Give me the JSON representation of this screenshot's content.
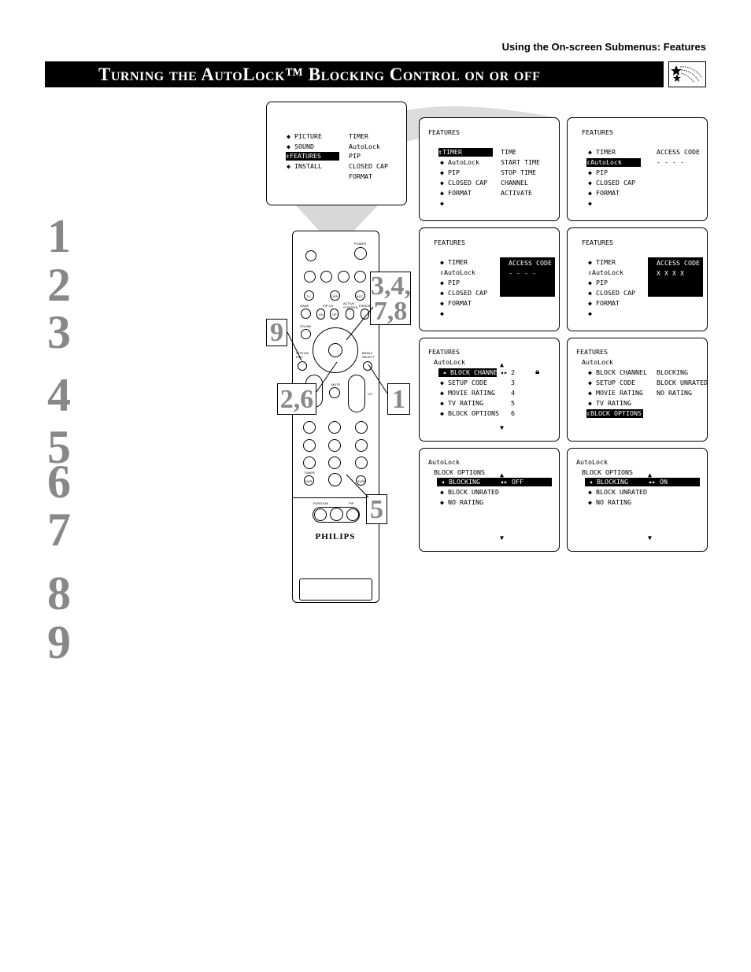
{
  "header": {
    "section_title": "Using the On-screen Submenus: Features"
  },
  "title": {
    "text": "Turning the AutoLock™ Blocking Control on or off"
  },
  "steps": [
    "1",
    "2",
    "3",
    "4",
    "5",
    "6",
    "7",
    "8",
    "9"
  ],
  "remote": {
    "brand": "PHILIPS",
    "labels": {
      "power": "POWER",
      "tv": "TV",
      "dvr": "DVR",
      "acc": "ACC",
      "swap": "SWAP",
      "pip_ch": "PIP CH",
      "active_control": "ACTIVE CONTROL",
      "freeze": "FREEZE",
      "dn": "DN",
      "up": "UP",
      "sound": "SOUND",
      "status_exit": "STATUS/ EXIT",
      "menu_select": "MENU/ SELECT",
      "mute": "MUTE",
      "ch": "CH",
      "tuner": "TUNER",
      "dvr2": "DVR",
      "surf": "SURF",
      "position": "POSITION",
      "pip": "PIP"
    }
  },
  "badges": {
    "b34": "3,4,",
    "b78": "7,8",
    "b9": "9",
    "b26": "2,6",
    "b1": "1",
    "b5": "5"
  },
  "screens": {
    "main_menu": {
      "items": [
        "PICTURE",
        "SOUND",
        "FEATURES",
        "INSTALL"
      ],
      "sub": [
        "TIMER",
        "AutoLock",
        "PIP",
        "CLOSED CAP",
        "FORMAT"
      ]
    },
    "s1": {
      "title": "FEATURES",
      "items": [
        "TIMER",
        "AutoLock",
        "PIP",
        "CLOSED CAP",
        "FORMAT"
      ],
      "right": [
        "TIME",
        "START TIME",
        "STOP TIME",
        "CHANNEL",
        "ACTIVATE"
      ]
    },
    "s2": {
      "title": "FEATURES",
      "items": [
        "TIMER",
        "AutoLock",
        "PIP",
        "CLOSED CAP",
        "FORMAT"
      ],
      "right": [
        "ACCESS CODE",
        "- - - -"
      ]
    },
    "s3": {
      "title": "FEATURES",
      "items": [
        "TIMER",
        "AutoLock",
        "PIP",
        "CLOSED CAP",
        "FORMAT"
      ],
      "right": [
        "ACCESS CODE",
        "- - - -"
      ]
    },
    "s4": {
      "title": "FEATURES",
      "items": [
        "TIMER",
        "AutoLock",
        "PIP",
        "CLOSED CAP",
        "FORMAT"
      ],
      "right": [
        "ACCESS CODE",
        "X X X X"
      ]
    },
    "s5": {
      "title": "FEATURES",
      "subtitle": "AutoLock",
      "items": [
        "BLOCK CHANNEL",
        "SETUP CODE",
        "MOVIE RATING",
        "TV RATING",
        "BLOCK OPTIONS"
      ],
      "right": [
        "2",
        "3",
        "4",
        "5",
        "6"
      ]
    },
    "s6": {
      "title": "FEATURES",
      "subtitle": "AutoLock",
      "items": [
        "BLOCK CHANNEL",
        "SETUP CODE",
        "MOVIE RATING",
        "TV RATING",
        "BLOCK OPTIONS"
      ],
      "right": [
        "BLOCKING",
        "BLOCK UNRATED",
        "NO RATING"
      ]
    },
    "s7": {
      "title": "AutoLock",
      "subtitle": "BLOCK OPTIONS",
      "items": [
        "BLOCKING",
        "BLOCK UNRATED",
        "NO RATING"
      ],
      "value": "OFF"
    },
    "s8": {
      "title": "AutoLock",
      "subtitle": "BLOCK OPTIONS",
      "items": [
        "BLOCKING",
        "BLOCK UNRATED",
        "NO RATING"
      ],
      "value": "ON"
    }
  }
}
